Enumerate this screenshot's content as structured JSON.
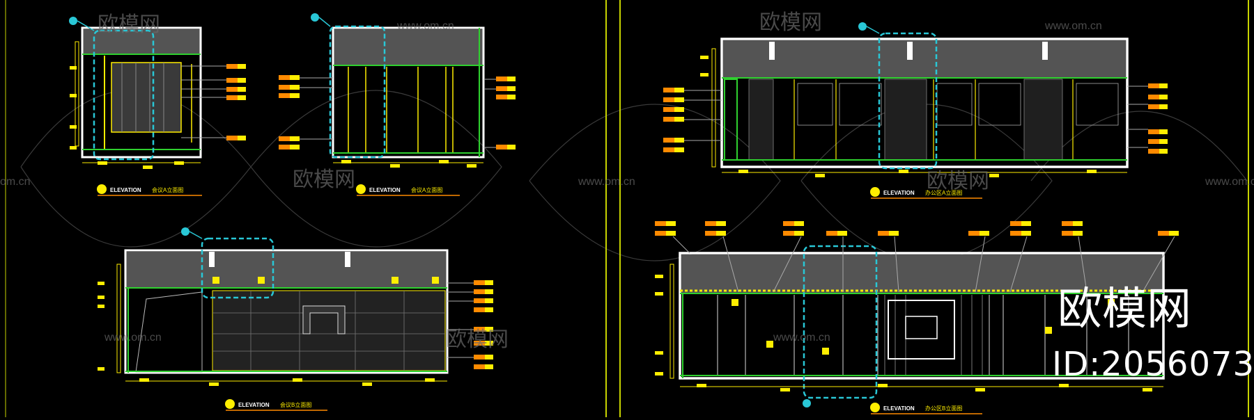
{
  "watermark": {
    "brand": "欧模网",
    "url": "www.om.cn",
    "url_partial": "om.cn",
    "id_text": "ID:2056073"
  },
  "elevations": [
    {
      "tag": "ELEVATION",
      "caption": "会议A立面图"
    },
    {
      "tag": "ELEVATION",
      "caption": "会议A立面图"
    },
    {
      "tag": "ELEVATION",
      "caption": "会议B立面图"
    },
    {
      "tag": "ELEVATION",
      "caption": "办公区A立面图"
    },
    {
      "tag": "ELEVATION",
      "caption": "办公区B立面图"
    }
  ],
  "colors": {
    "background": "#000000",
    "wall": "#ffffff",
    "ceiling": "#545454",
    "green": "#2fd12f",
    "yellow": "#ffee00",
    "orange": "#ff8a00",
    "cyan": "#29c7d6",
    "divider": "#c8d400",
    "grey_line": "#8a8a8a"
  }
}
